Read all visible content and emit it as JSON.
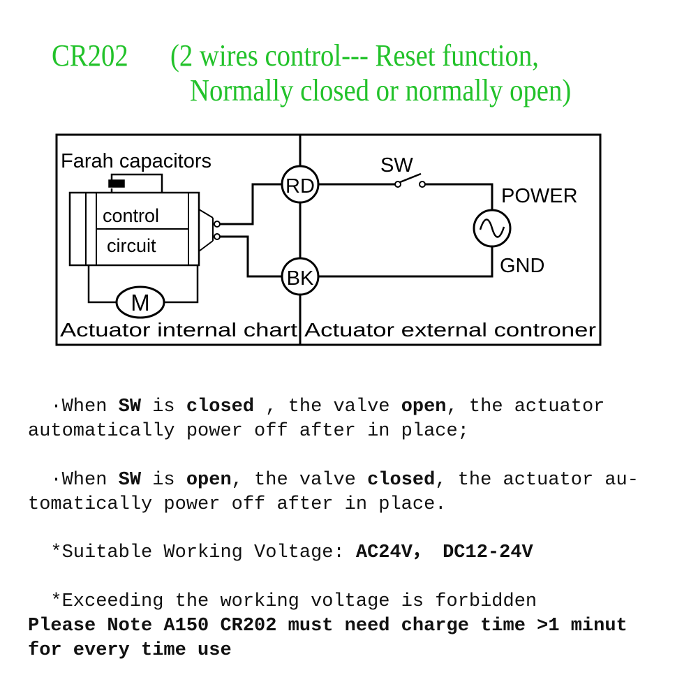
{
  "title": {
    "model": "CR202",
    "line1": "(2 wires control--- Reset function,",
    "line2": "Normally closed or normally open)"
  },
  "colors": {
    "title": "#22c22a",
    "text": "#111111",
    "lines": "#000000"
  },
  "diagram": {
    "capacitor_label": "Farah capacitors",
    "control_label": "control",
    "circuit_label": "circuit",
    "motor_label": "M",
    "red_terminal": "RD",
    "black_terminal": "BK",
    "switch_label": "SW",
    "power_label": "POWER",
    "gnd_label": "GND",
    "internal_caption": "Actuator internal chart",
    "external_caption": "Actuator external controner",
    "icons": [
      "capacitor-icon",
      "motor-icon",
      "switch-icon",
      "ac-source-icon"
    ]
  },
  "bullets": [
    {
      "marker": "·",
      "segments": [
        {
          "text": "When ",
          "bold": false
        },
        {
          "text": "SW",
          "bold": true
        },
        {
          "text": " is ",
          "bold": false
        },
        {
          "text": "closed",
          "bold": true
        },
        {
          "text": " , the valve ",
          "bold": false
        },
        {
          "text": "open",
          "bold": true
        },
        {
          "text": ", the actuator automatically power off after in place;",
          "bold": false
        }
      ]
    },
    {
      "marker": "·",
      "segments": [
        {
          "text": "When ",
          "bold": false
        },
        {
          "text": "SW",
          "bold": true
        },
        {
          "text": " is ",
          "bold": false
        },
        {
          "text": "open",
          "bold": true
        },
        {
          "text": ", the valve ",
          "bold": false
        },
        {
          "text": "closed",
          "bold": true
        },
        {
          "text": ", the actuator au-tomatically power off after in place.",
          "bold": false
        }
      ]
    },
    {
      "marker": "*",
      "segments": [
        {
          "text": "Suitable Working Voltage: ",
          "bold": false
        },
        {
          "text": "AC24V， DC12-24V",
          "bold": true
        }
      ]
    },
    {
      "marker": "*",
      "segments": [
        {
          "text": "Exceeding the working voltage is forbidden",
          "bold": false
        }
      ]
    }
  ],
  "note": "Please Note A150 CR202 must need charge time >1 minut for every time use"
}
